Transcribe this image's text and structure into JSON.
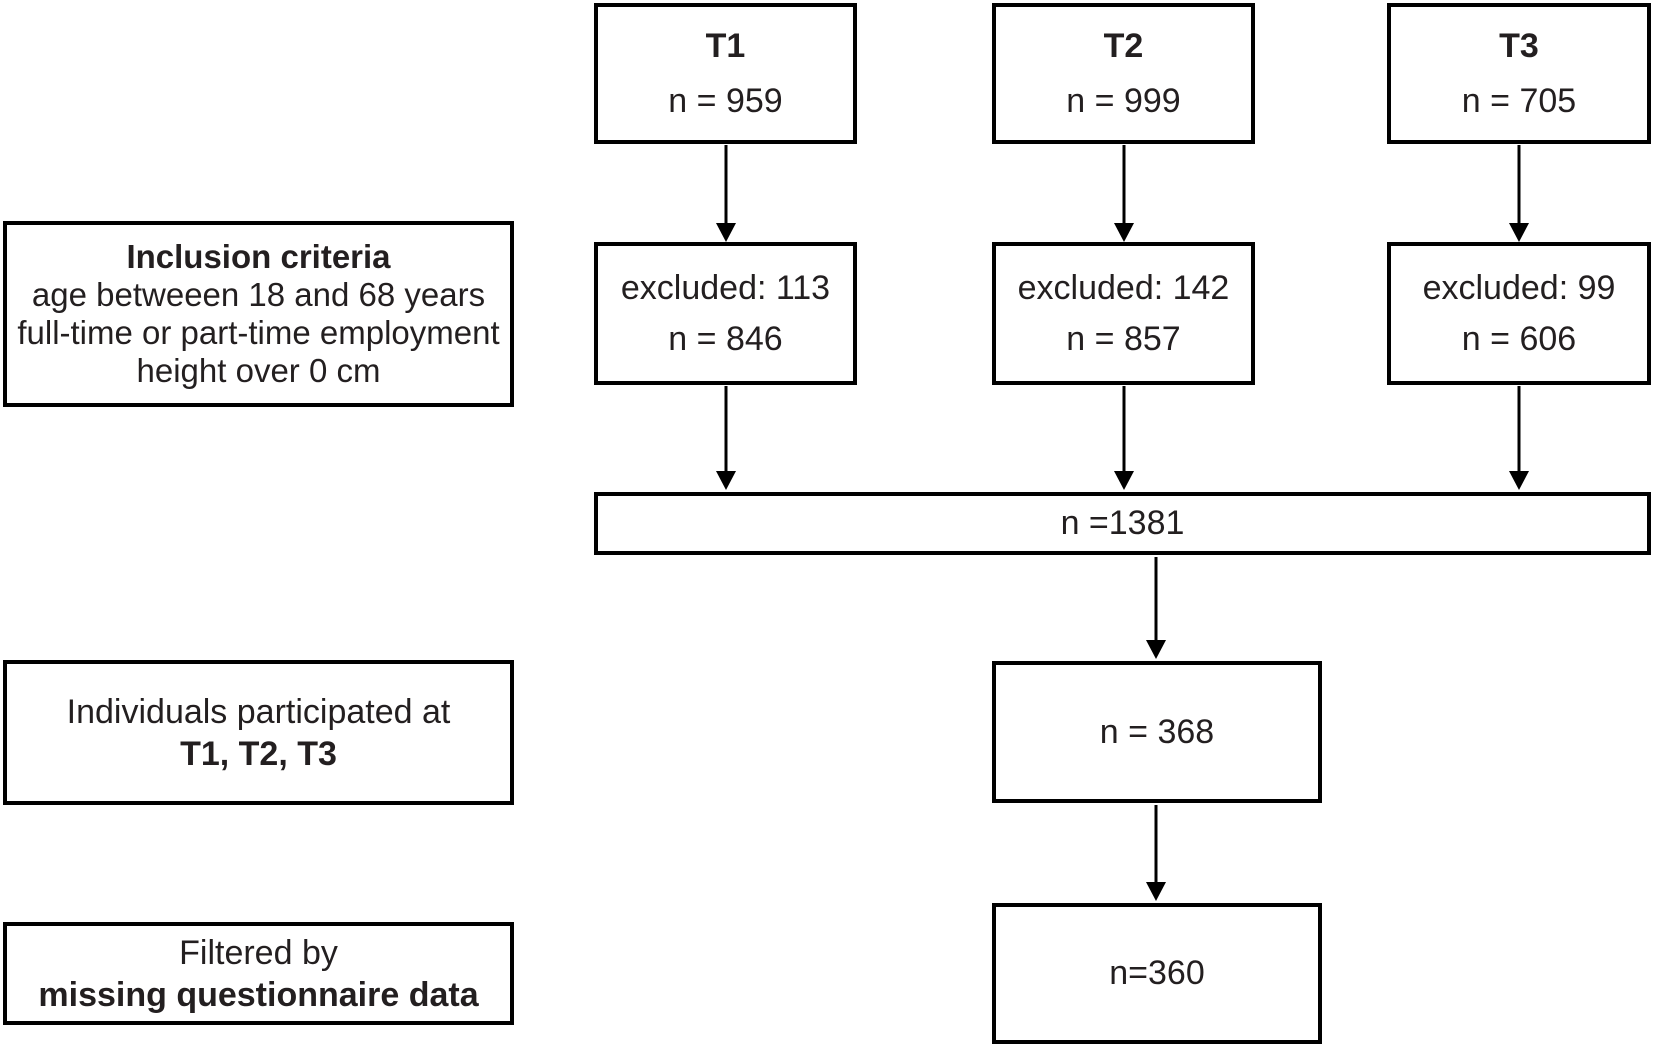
{
  "palette": {
    "background": "#ffffff",
    "ink": "#231f20",
    "line_color": "#000000"
  },
  "columns": [
    {
      "name": "T1",
      "top_box": {
        "title": "T1",
        "count": "n = 959"
      },
      "excluded_box": {
        "excluded": "excluded: 113",
        "count": "n = 846"
      }
    },
    {
      "name": "T2",
      "top_box": {
        "title": "T2",
        "count": "n = 999"
      },
      "excluded_box": {
        "excluded": "excluded: 142",
        "count": "n = 857"
      }
    },
    {
      "name": "T3",
      "top_box": {
        "title": "T3",
        "count": "n = 705"
      },
      "excluded_box": {
        "excluded": "excluded: 99",
        "count": "n = 606"
      }
    }
  ],
  "inclusion_criteria_box": {
    "title": "Inclusion criteria",
    "lines": [
      "age betweeen 18 and 68 years",
      "full-time or part-time employment",
      "height over 0 cm"
    ]
  },
  "pooled_box": {
    "count": "n =1381"
  },
  "participated_label_box": {
    "line1": "Individuals participated at",
    "line2": "T1, T2, T3"
  },
  "participated_box": {
    "count": "n = 368"
  },
  "filtered_label_box": {
    "line1": "Filtered by",
    "line2": "missing questionnaire data"
  },
  "filtered_box": {
    "count": "n=360"
  }
}
